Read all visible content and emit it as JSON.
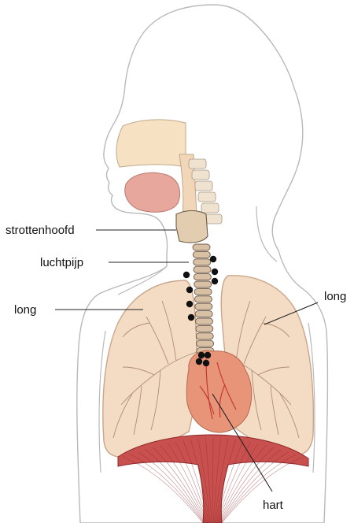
{
  "labels": {
    "larynx": "strottenhoofd",
    "trachea": "luchtpijp",
    "lung_left": "long",
    "lung_right": "long",
    "heart": "hart"
  },
  "colors": {
    "outline": "#b9b9b9",
    "skin_fill": "#ffffff",
    "lung_fill": "#f4dcc4",
    "lung_edge": "#c9a58a",
    "bronchi": "#b08c72",
    "nasal": "#f6e2c2",
    "tongue": "#e8a79c",
    "trachea_ring": "#d8c0a4",
    "trachea_edge": "#6e5a48",
    "heart": "#e89478",
    "heart_vessel": "#c23a34",
    "diaphragm": "#c8504e",
    "diaphragm_line": "#8e2a2a",
    "dot": "#111111",
    "leader": "#222222"
  },
  "icons": [
    "body-silhouette",
    "lungs",
    "trachea",
    "heart",
    "diaphragm",
    "air-particle-dots"
  ]
}
